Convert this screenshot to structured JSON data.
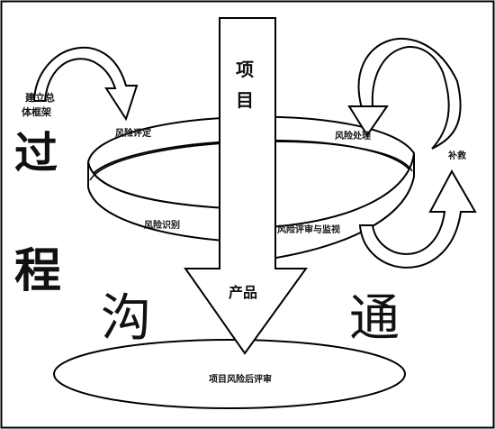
{
  "diagram": {
    "top_left_note": [
      "建立总",
      "体框架"
    ],
    "project": "项目",
    "product": "产品",
    "risk_assessment": "风险评定",
    "risk_treatment": "风险处理",
    "risk_identification": "风险识别",
    "risk_review_monitor": "风险评审与监视",
    "remedy": "补救",
    "post_project_review": "项目风险后评审",
    "process_chars": [
      "过",
      "程"
    ],
    "communication_chars": [
      "沟",
      "通"
    ]
  }
}
